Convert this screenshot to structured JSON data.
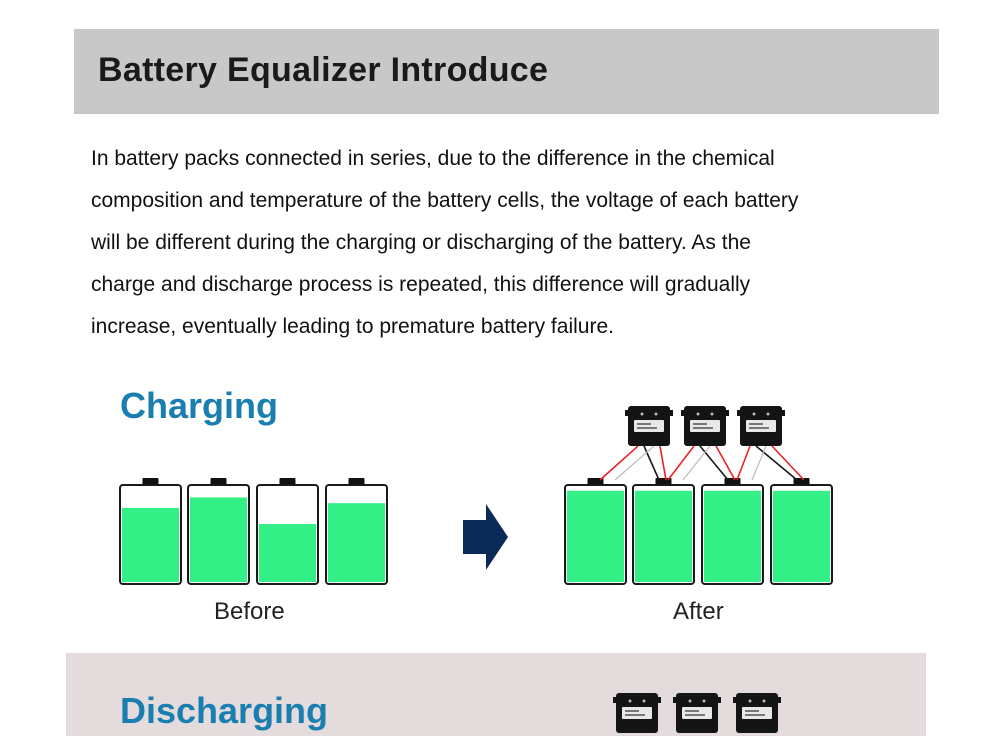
{
  "title": "Battery Equalizer Introduce",
  "intro_lines": [
    "In battery packs connected in series, due to the difference in the chemical",
    "composition and temperature of the battery cells, the voltage of each battery",
    "will be different during the charging or discharging of the battery. As the",
    "charge and discharge process is repeated, this difference will gradually",
    "increase, eventually leading to premature battery failure."
  ],
  "charging": {
    "heading": "Charging",
    "before_label": "Before",
    "after_label": "After",
    "before_levels": [
      0.78,
      0.89,
      0.61,
      0.83
    ],
    "after_levels": [
      0.96,
      0.96,
      0.96,
      0.96
    ]
  },
  "discharging": {
    "heading": "Discharging"
  },
  "colors": {
    "fill": "#33f086",
    "heading": "#1a7fb0",
    "arrow": "#0c2a58",
    "wire_red": "#e8242a",
    "wire_black": "#1a1a1a"
  }
}
